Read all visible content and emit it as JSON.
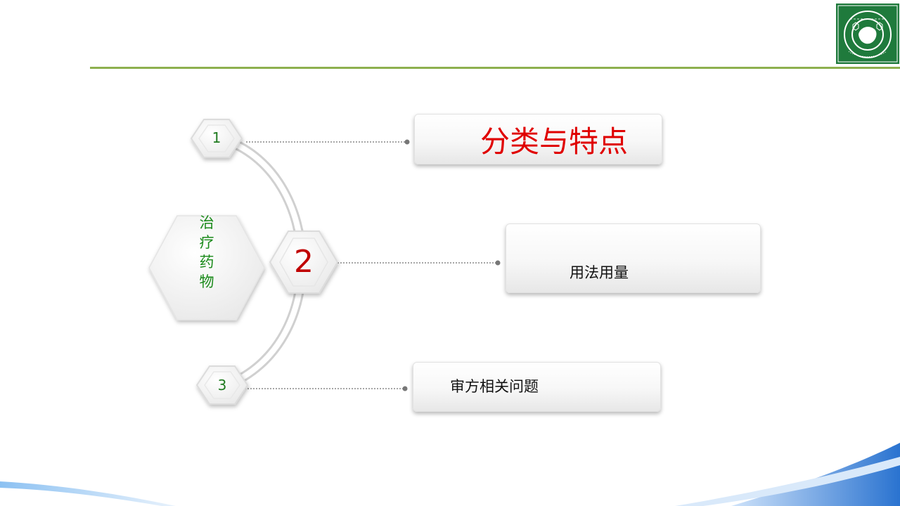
{
  "diagram": {
    "center_label": "治\n疗\n药\n物",
    "nodes": [
      {
        "number": "1",
        "label": "分类与特点"
      },
      {
        "number": "2",
        "label": "用法用量"
      },
      {
        "number": "3",
        "label": "审方相关问题"
      }
    ]
  },
  "colors": {
    "accent_line": "#8db04f",
    "number_green": "#1f7a1f",
    "number_red": "#c00000",
    "highlight_text": "#e00000",
    "center_text": "#1a8a1a",
    "logo_green": "#1f7a3c",
    "wave_blue": "#3f86d8"
  },
  "logo": {
    "icon": "association-seal-icon"
  }
}
